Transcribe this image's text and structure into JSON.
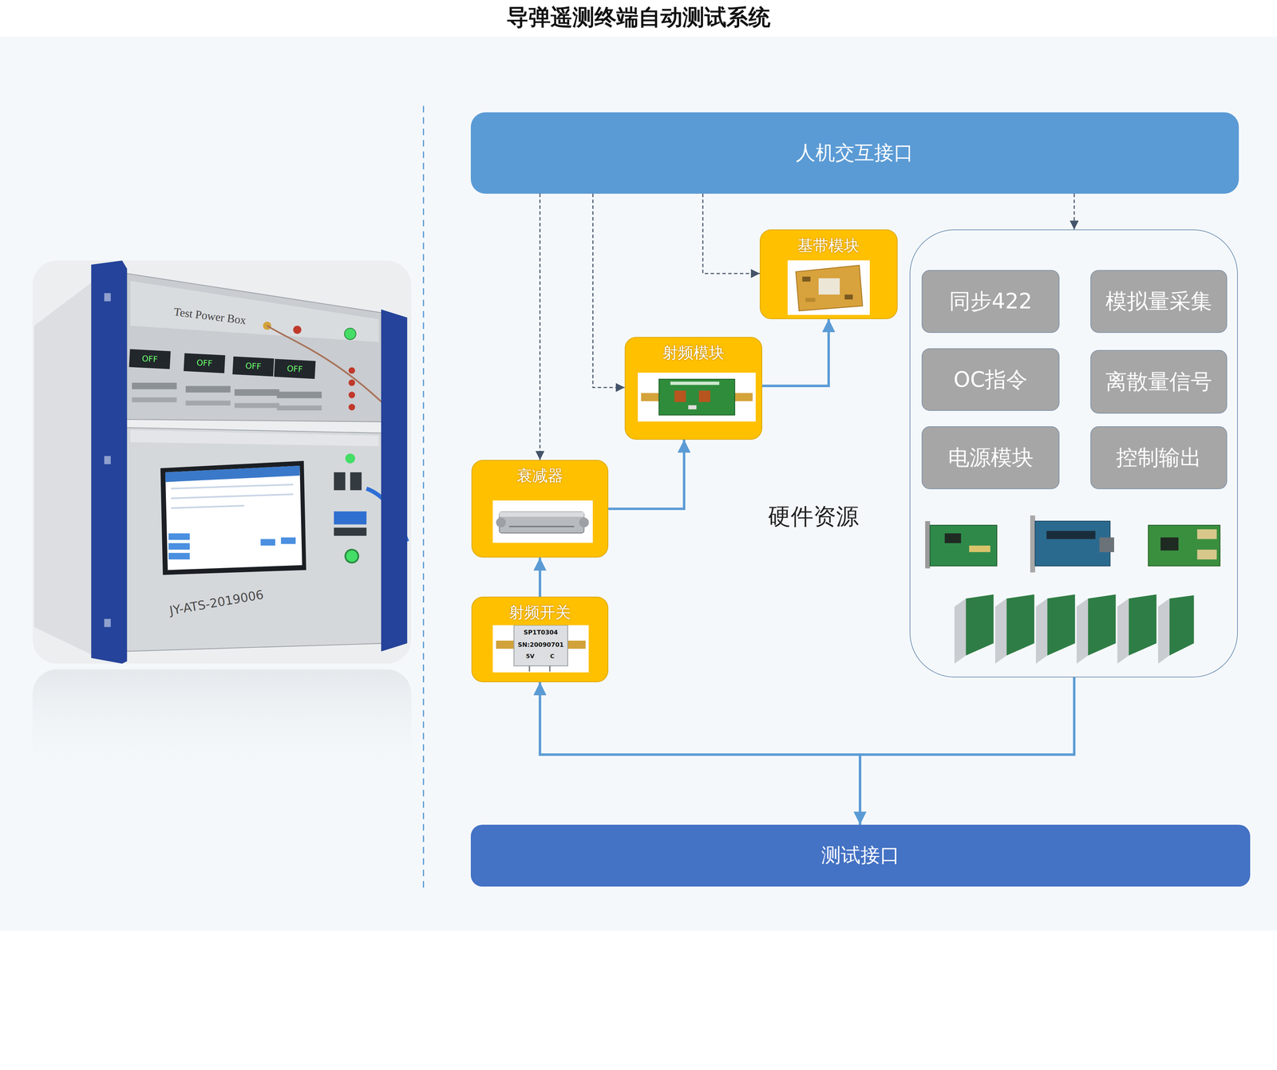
{
  "diagram": {
    "title": "导弹遥测终端自动测试系统",
    "nodes": [
      {
        "text": [
          "人机交互接口"
        ]
      },
      {
        "text": [
          "基带模块"
        ]
      },
      {
        "text": [
          "射频模块"
        ]
      },
      {
        "text": [
          "衰减器"
        ]
      },
      {
        "text": [
          "射频开关"
        ]
      },
      {
        "text": [
          "硬件资源"
        ]
      },
      {
        "text": [
          "同步422"
        ],
        "in": 5
      },
      {
        "text": [
          "模拟量采集"
        ],
        "in": 5
      },
      {
        "text": [
          "OC指令"
        ],
        "in": 5
      },
      {
        "text": [
          "离散量信号"
        ],
        "in": 5
      },
      {
        "text": [
          "电源模块"
        ],
        "in": 5
      },
      {
        "text": [
          "控制输出"
        ],
        "in": 5
      },
      {
        "text": [
          "测试接口"
        ]
      }
    ],
    "edges": [
      {
        "from": 0,
        "to": 3,
        "arrow": "to"
      },
      {
        "from": 0,
        "to": 2,
        "arrow": "to"
      },
      {
        "from": 0,
        "to": 1,
        "arrow": "to"
      },
      {
        "from": 0,
        "to": 5,
        "arrow": "to"
      },
      {
        "from": 4,
        "to": 3,
        "arrow": "to"
      },
      {
        "from": 3,
        "to": 2,
        "arrow": "to"
      },
      {
        "from": 2,
        "to": 1,
        "arrow": "to"
      },
      {
        "from": 5,
        "to": 12,
        "arrow": "to"
      },
      {
        "from": 12,
        "to": 4,
        "arrow": "to"
      }
    ],
    "labels": [
      "Test Power Box",
      "OFF",
      "OFF",
      "OFF",
      "OFF",
      "JY-ATS-2019006",
      "SP1T0304",
      "SN:20090701",
      "5V",
      "C"
    ]
  }
}
